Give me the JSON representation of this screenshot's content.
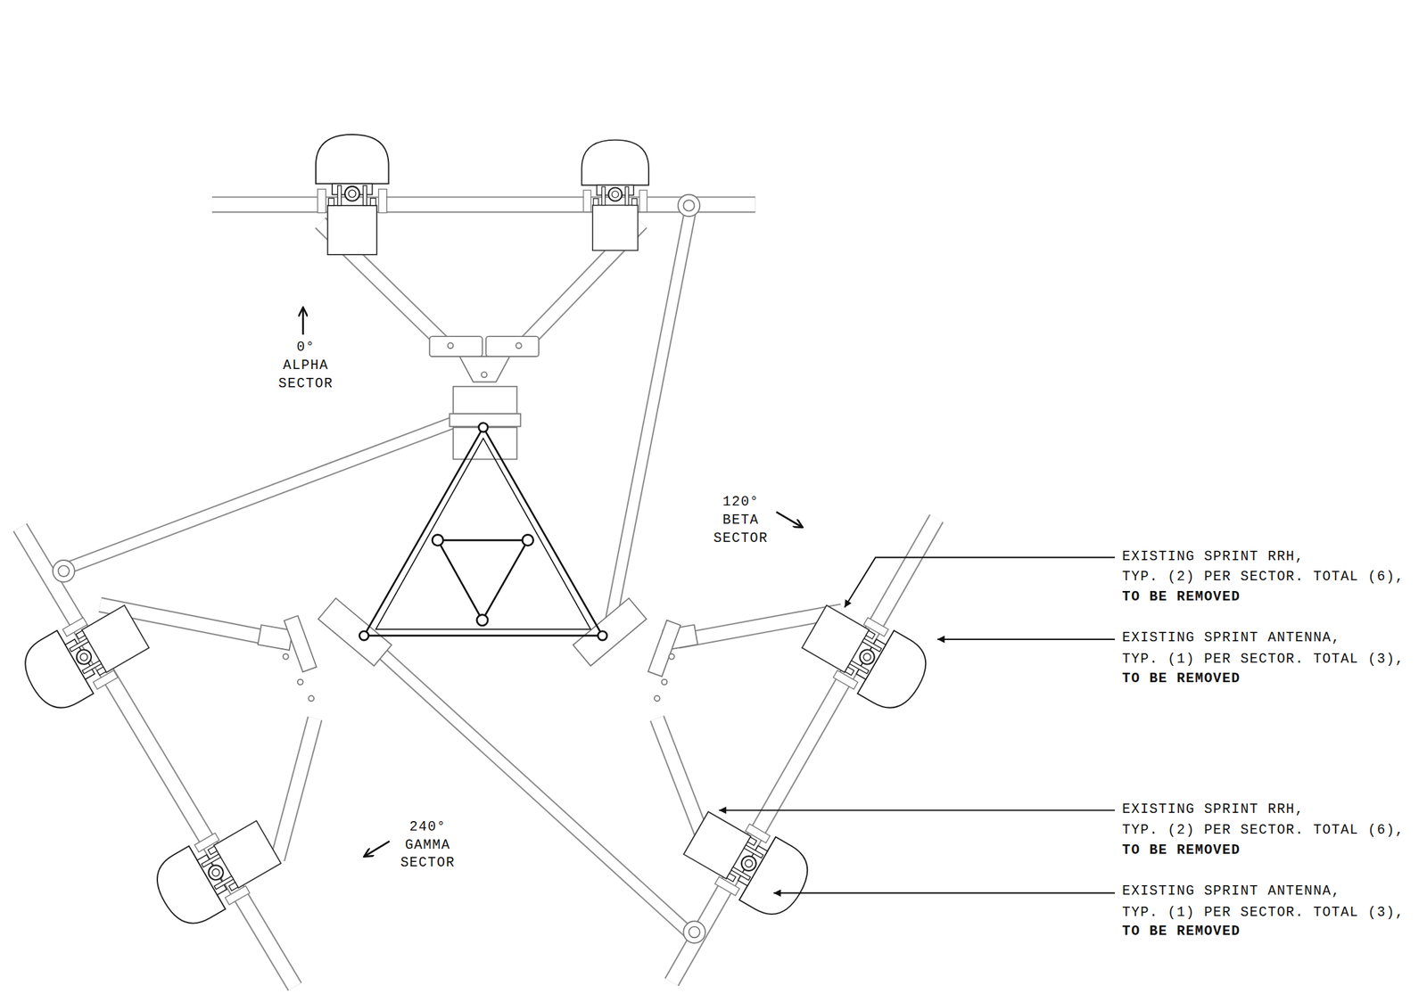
{
  "diagram": {
    "labels": [
      "0° ALPHA SECTOR",
      "120° BETA SECTOR",
      "240° GAMMA SECTOR",
      "EXISTING SPRINT RRH,",
      "TYP. (2) PER SECTOR. TOTAL (6),",
      "TO BE REMOVED",
      "EXISTING SPRINT ANTENNA,",
      "TYP. (1) PER SECTOR. TOTAL (3),",
      "TO BE REMOVED",
      "EXISTING SPRINT RRH,",
      "TYP. (2) PER SECTOR. TOTAL (6),",
      "TO BE REMOVED",
      "EXISTING SPRINT ANTENNA,",
      "TYP. (1) PER SECTOR. TOTAL (3),",
      "TO BE REMOVED"
    ]
  }
}
